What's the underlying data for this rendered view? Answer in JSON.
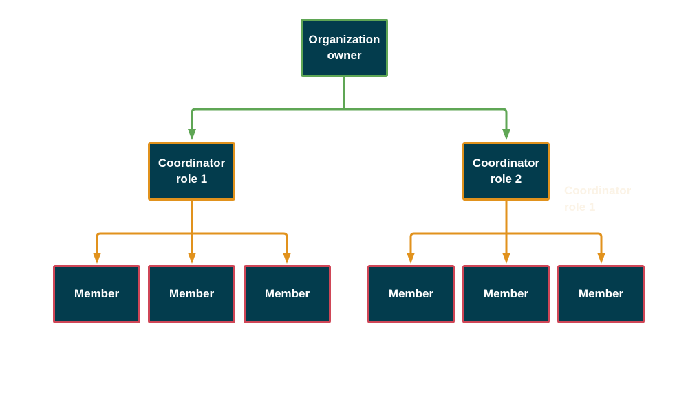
{
  "colors": {
    "node_fill": "#033c4d",
    "owner_accent": "#5fa655",
    "coordinator_accent": "#e1921d",
    "member_accent": "#cf4657",
    "text": "#ffffff",
    "ghost_text": "#fbf3e6"
  },
  "owner": {
    "label": "Organization\nowner"
  },
  "coordinators": [
    {
      "label": "Coordinator\nrole  1"
    },
    {
      "label": "Coordinator\nrole  2"
    }
  ],
  "members": [
    {
      "label": "Member"
    },
    {
      "label": "Member"
    },
    {
      "label": "Member"
    },
    {
      "label": "Member"
    },
    {
      "label": "Member"
    },
    {
      "label": "Member"
    }
  ],
  "ghost": {
    "label": "Coordinator\nrole  1"
  }
}
